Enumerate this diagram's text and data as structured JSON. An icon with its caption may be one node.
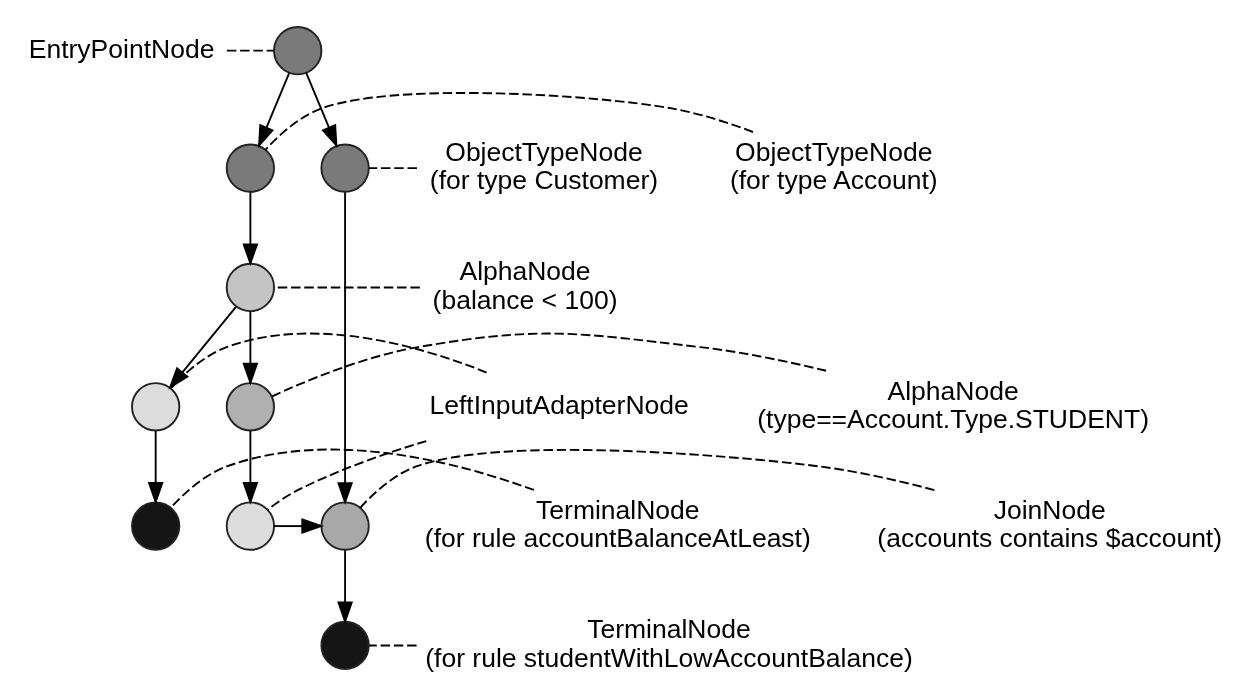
{
  "diagram": {
    "nodes": [
      {
        "text": [
          "EntryPointNode"
        ]
      },
      {
        "text": [],
        "shape": "circle"
      },
      {
        "text": [
          "ObjectTypeNode",
          "(for type Account)"
        ]
      },
      {
        "text": [],
        "shape": "circle"
      },
      {
        "text": [],
        "shape": "circle"
      },
      {
        "text": [
          "ObjectTypeNode",
          "(for type Customer)"
        ]
      },
      {
        "text": [
          "AlphaNode",
          "(balance < 100)"
        ]
      },
      {
        "text": [],
        "shape": "circle"
      },
      {
        "text": [
          "AlphaNode",
          "(type==Account.Type.STUDENT)"
        ]
      },
      {
        "text": [],
        "shape": "circle"
      },
      {
        "text": [],
        "shape": "circle"
      },
      {
        "text": [
          "LeftInputAdapterNode"
        ]
      },
      {
        "text": [
          "JoinNode",
          "(accounts contains $account)"
        ]
      },
      {
        "text": [
          "TerminalNode",
          "(for rule accountBalanceAtLeast)"
        ]
      },
      {
        "text": [],
        "shape": "circle"
      },
      {
        "text": [],
        "shape": "circle"
      },
      {
        "text": [],
        "shape": "circle"
      },
      {
        "text": [
          "TerminalNode",
          "(for rule studentWithLowAccountBalance)"
        ]
      },
      {
        "text": [],
        "shape": "circle"
      }
    ],
    "edges": [
      {
        "from": 1,
        "to": 3,
        "arrow": "to"
      },
      {
        "from": 1,
        "to": 4,
        "arrow": "to"
      },
      {
        "from": 3,
        "to": 7,
        "arrow": "to"
      },
      {
        "from": 7,
        "to": 9,
        "arrow": "to"
      },
      {
        "from": 7,
        "to": 10,
        "arrow": "to"
      },
      {
        "from": 9,
        "to": 14,
        "arrow": "to"
      },
      {
        "from": 10,
        "to": 15,
        "arrow": "to"
      },
      {
        "from": 15,
        "to": 16,
        "arrow": "to"
      },
      {
        "from": 4,
        "to": 16,
        "arrow": "to"
      },
      {
        "from": 16,
        "to": 18,
        "arrow": "to"
      },
      {
        "from": 0,
        "to": 1,
        "arrow": "none",
        "style": "dashed"
      },
      {
        "from": 2,
        "to": 3,
        "arrow": "none",
        "style": "dashed"
      },
      {
        "from": 5,
        "to": 4,
        "arrow": "none",
        "style": "dashed"
      },
      {
        "from": 6,
        "to": 7,
        "arrow": "none",
        "style": "dashed"
      },
      {
        "from": 8,
        "to": 10,
        "arrow": "none",
        "style": "dashed"
      },
      {
        "from": 11,
        "to": 9,
        "arrow": "none",
        "style": "dashed"
      },
      {
        "from": 11,
        "to": 15,
        "arrow": "none",
        "style": "dashed"
      },
      {
        "from": 12,
        "to": 16,
        "arrow": "none",
        "style": "dashed"
      },
      {
        "from": 13,
        "to": 14,
        "arrow": "none",
        "style": "dashed"
      },
      {
        "from": 17,
        "to": 18,
        "arrow": "none",
        "style": "dashed"
      }
    ]
  }
}
